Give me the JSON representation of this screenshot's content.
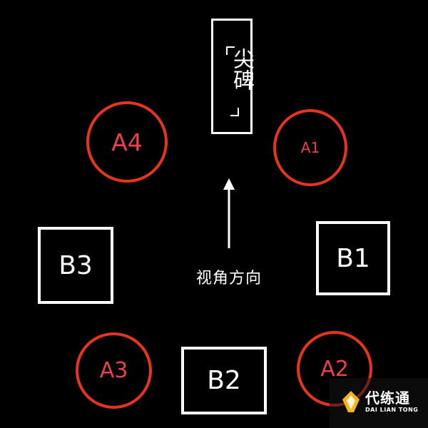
{
  "stele": {
    "bracket_open": "「",
    "text": "尖碑",
    "bracket_close": "」"
  },
  "view_direction": {
    "label": "视角方向",
    "arrow_icon": "arrow-up-icon"
  },
  "circles": [
    {
      "id": "A4",
      "label": "A4"
    },
    {
      "id": "A1",
      "label": "A1"
    },
    {
      "id": "A3",
      "label": "A3"
    },
    {
      "id": "A2",
      "label": "A2"
    }
  ],
  "squares": [
    {
      "id": "B3",
      "label": "B3"
    },
    {
      "id": "B1",
      "label": "B1"
    },
    {
      "id": "B2",
      "label": "B2"
    }
  ],
  "watermark": {
    "title": "代练通",
    "subtitle": "DAI LIAN TONG",
    "icon": "logo-icon"
  },
  "colors": {
    "background": "#000000",
    "circle_stroke": "#e8341c",
    "circle_text": "#e9414a",
    "square_stroke": "#ffffff"
  }
}
